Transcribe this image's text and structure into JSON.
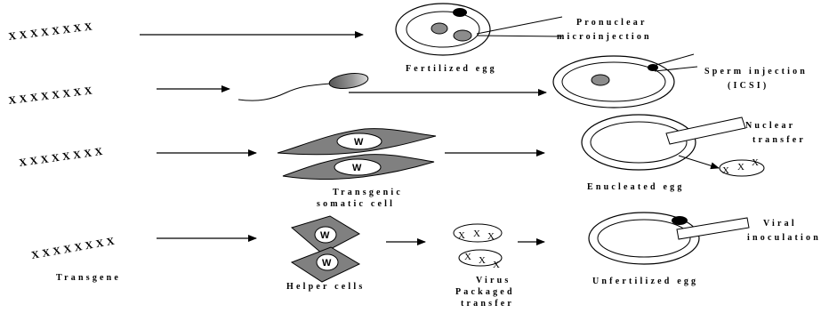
{
  "transgene_strings": [
    "XXXXXXXX",
    "XXXXXXXX",
    "XXXXXXXX",
    "XXXXXXXX"
  ],
  "labels": {
    "pronuclear_line1": "Pronuclear",
    "pronuclear_line2": "microinjection",
    "fertilized_egg": "Fertilized egg",
    "sperm_injection_line1": "Sperm injection",
    "sperm_injection_line2": "(ICSI)",
    "nuclear_line1": "Nuclear",
    "nuclear_line2": "transfer",
    "enucleated_egg": "Enucleated egg",
    "transgenic_line1": "Transgenic",
    "transgenic_line2": "somatic cell",
    "viral_line1": "Viral",
    "viral_line2": "inoculation",
    "unfertilized_egg": "Unfertilized egg",
    "transgene": "Transgene",
    "helper_cells": "Helper cells",
    "virus_line1": "Virus",
    "virus_line2": "Packaged",
    "virus_line3": "transfer"
  },
  "cell_marker": "W",
  "virus_marker": "X",
  "colors": {
    "ink": "#000000",
    "cell_fill": "#808080",
    "nucleus_fill": "#ffffff",
    "pronucleus_fill": "#8c8c8c"
  }
}
